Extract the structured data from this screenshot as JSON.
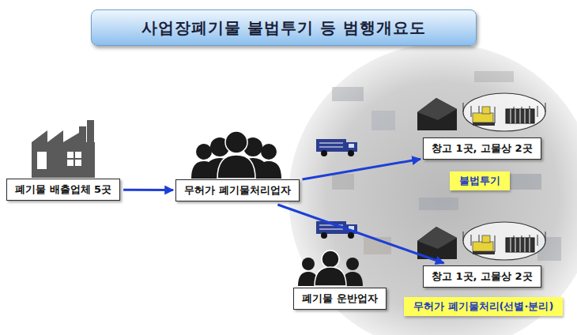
{
  "diagram": {
    "title": "사업장폐기물 불법투기 등 범행개요도",
    "nodes": [
      {
        "text": [
          "폐기물 배출업체 5곳"
        ]
      },
      {
        "text": [
          "무허가 폐기물처리업자"
        ]
      },
      {
        "text": [
          "창고 1곳, 고물상 2곳"
        ]
      },
      {
        "text": [
          "불법투기"
        ]
      },
      {
        "text": [
          "창고 1곳, 고물상 2곳"
        ]
      },
      {
        "text": [
          "폐기물 운반업자"
        ]
      },
      {
        "text": [
          "무허가 폐기물처리(선별·분리)"
        ]
      }
    ],
    "edges": [
      {
        "from": 0,
        "to": 1,
        "arrow": "to"
      },
      {
        "from": 1,
        "to": 2,
        "arrow": "to"
      },
      {
        "from": 1,
        "to": 4,
        "arrow": "to"
      }
    ]
  }
}
